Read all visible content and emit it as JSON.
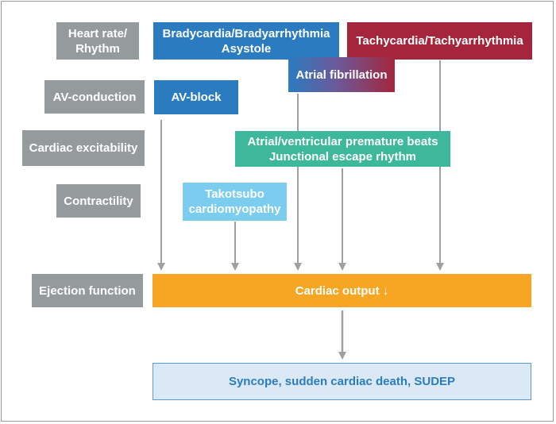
{
  "categories": {
    "heart_rate": "Heart rate/\nRhythm",
    "av_conduction": "AV-conduction",
    "excitability": "Cardiac excitability",
    "contractility": "Contractility",
    "ejection": "Ejection function"
  },
  "nodes": {
    "brady": "Bradycardia/Bradyarrhythmia\nAsystole",
    "tachy": "Tachycardia/Tachyarrhythmia",
    "afib": "Atrial fibrillation",
    "avblock": "AV-block",
    "premature": "Atrial/ventricular premature beats\nJunctional escape rhythm",
    "takotsubo": "Takotsubo\ncardiomyopathy",
    "output": "Cardiac output ↓",
    "outcome": "Syncope, sudden cardiac death, SUDEP"
  },
  "colors": {
    "category_gray": "#959a9c",
    "blue": "#2a7bc0",
    "red": "#a3263c",
    "teal": "#3db89a",
    "light_blue": "#7bcdf0",
    "orange": "#f6a623",
    "outcome_fill": "#dbe9f6",
    "outcome_text": "#2b7cc0",
    "arrow_gray": "#a0a0a0"
  }
}
